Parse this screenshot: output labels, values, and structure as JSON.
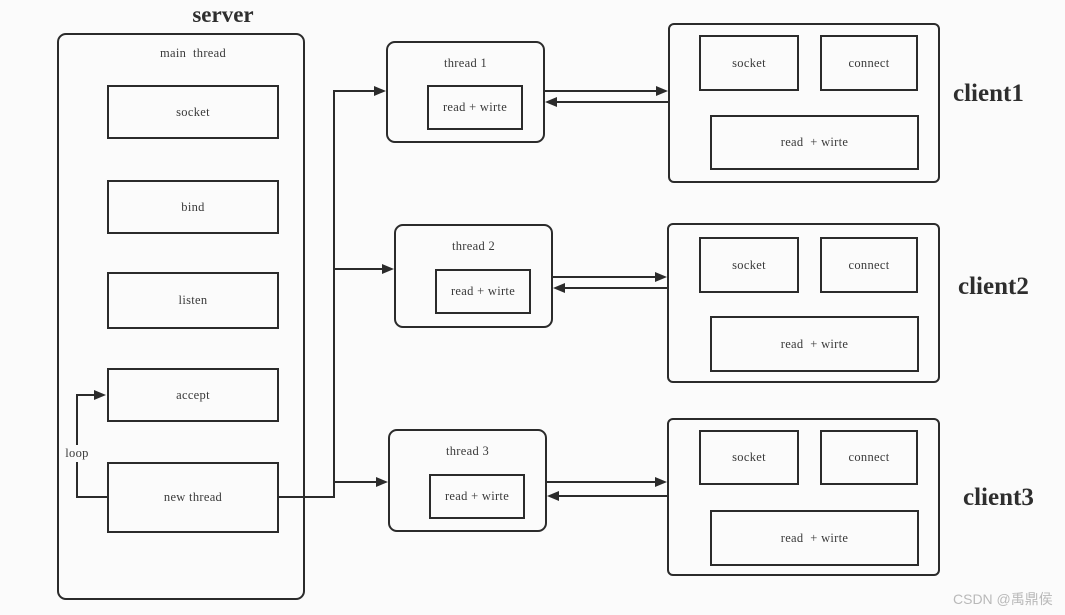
{
  "colors": {
    "background": "#fbfbfb",
    "line": "#2b2b2b",
    "text": "#3a3a3a",
    "watermark": "#b9b9b9"
  },
  "server": {
    "title": "server",
    "thread_label": "main  thread",
    "steps": [
      "socket",
      "bind",
      "listen",
      "accept",
      "new thread"
    ],
    "loop_label": "loop"
  },
  "threads": [
    {
      "title": "thread 1",
      "action": "read + wirte"
    },
    {
      "title": "thread 2",
      "action": "read + wirte"
    },
    {
      "title": "thread 3",
      "action": "read + wirte"
    }
  ],
  "clients": [
    {
      "name": "client1",
      "socket": "socket",
      "connect": "connect",
      "action": "read  + wirte"
    },
    {
      "name": "client2",
      "socket": "socket",
      "connect": "connect",
      "action": "read  + wirte"
    },
    {
      "name": "client3",
      "socket": "socket",
      "connect": "connect",
      "action": "read  + wirte"
    }
  ],
  "watermark": "CSDN @禹鼎侯"
}
